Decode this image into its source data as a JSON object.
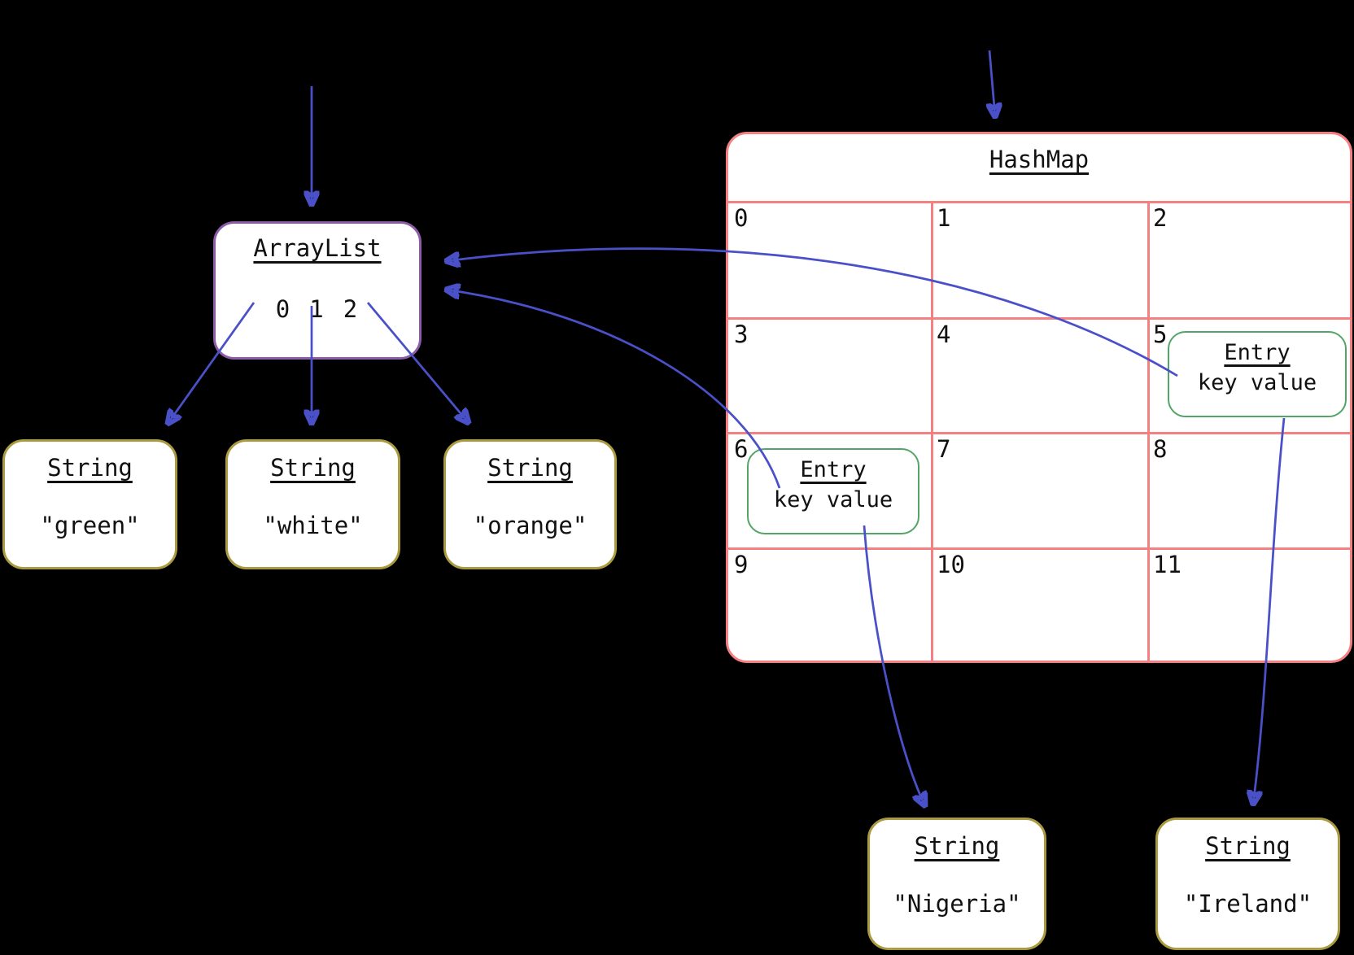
{
  "colors": {
    "background": "#000000",
    "arrow_blue": "#4a51c8",
    "arraylist_border": "#8d5ca9",
    "hashmap_border": "#f57f81",
    "entry_border": "#53a567",
    "string_border": "#aa9b40",
    "box_fill": "#ffffff",
    "text": "#111111"
  },
  "arraylist": {
    "title": "ArrayList",
    "indices": [
      "0",
      "1",
      "2"
    ]
  },
  "hashmap": {
    "title": "HashMap",
    "cells": [
      "0",
      "1",
      "2",
      "3",
      "4",
      "5",
      "6",
      "7",
      "8",
      "9",
      "10",
      "11"
    ],
    "entries": [
      {
        "cell": "5",
        "title": "Entry",
        "body": "key value"
      },
      {
        "cell": "6",
        "title": "Entry",
        "body": "key value"
      }
    ]
  },
  "strings": {
    "left": [
      {
        "title": "String",
        "value": "\"green\""
      },
      {
        "title": "String",
        "value": "\"white\""
      },
      {
        "title": "String",
        "value": "\"orange\""
      }
    ],
    "bottom": [
      {
        "title": "String",
        "value": "\"Nigeria\""
      },
      {
        "title": "String",
        "value": "\"Ireland\""
      }
    ]
  }
}
